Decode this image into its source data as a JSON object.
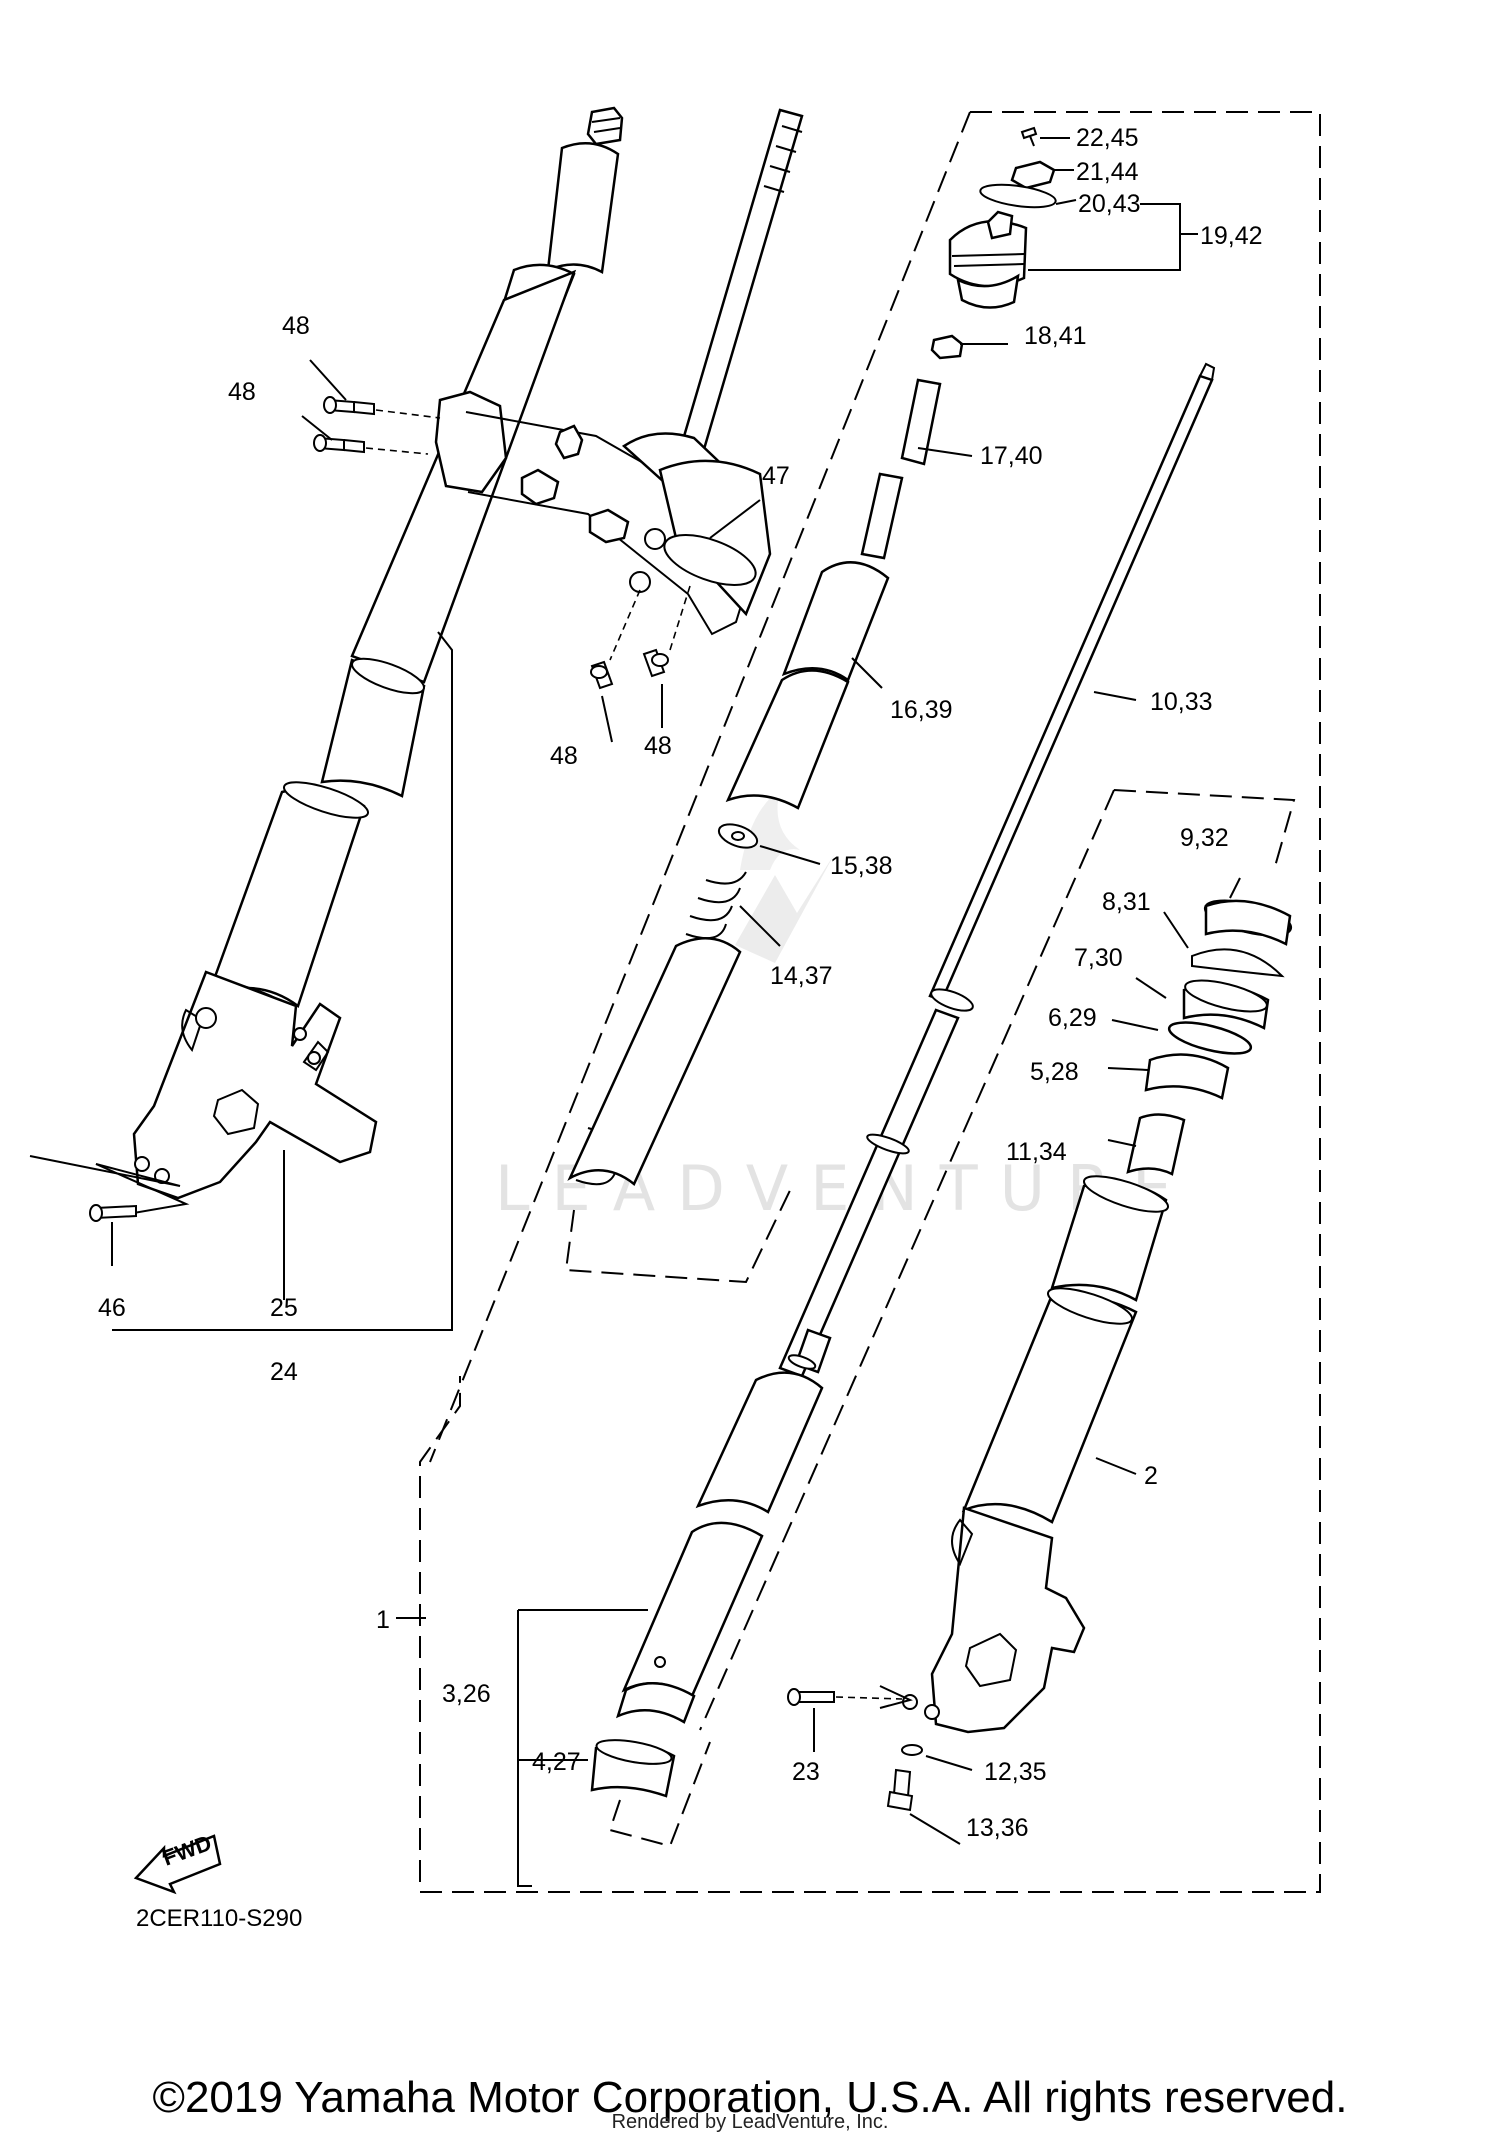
{
  "watermark": "LEADVENTURE",
  "diagram_code": "2CER110-S290",
  "fwd_label": "FWD",
  "footer": "©2019 Yamaha Motor Corporation, U.S.A. All rights reserved.",
  "credit": "Rendered by LeadVenture, Inc.",
  "callouts": {
    "p22_45": "22,45",
    "p21_44": "21,44",
    "p20_43": "20,43",
    "p19_42": "19,42",
    "p18_41": "18,41",
    "p17_40": "17,40",
    "p47": "47",
    "p48a": "48",
    "p48b": "48",
    "p48c": "48",
    "p48d": "48",
    "p16_39": "16,39",
    "p10_33": "10,33",
    "p15_38": "15,38",
    "p14_37": "14,37",
    "p9_32": "9,32",
    "p8_31": "8,31",
    "p7_30": "7,30",
    "p6_29": "6,29",
    "p5_28": "5,28",
    "p11_34": "11,34",
    "p46": "46",
    "p25": "25",
    "p24": "24",
    "p2": "2",
    "p1": "1",
    "p3_26": "3,26",
    "p4_27": "4,27",
    "p23": "23",
    "p12_35": "12,35",
    "p13_36": "13,36"
  }
}
